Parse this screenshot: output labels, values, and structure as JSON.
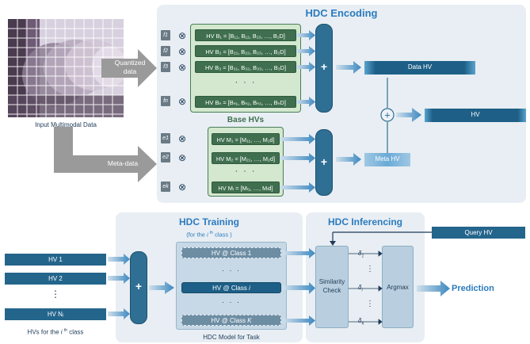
{
  "encoding": {
    "title": "HDC Encoding",
    "input_label": "Input Multimodal Data",
    "quantized_label": "Quantized data",
    "meta_label": "Meta-data",
    "base_hvs_label": "Base HVs",
    "features": [
      "f1",
      "f2",
      "f3",
      "fn"
    ],
    "meta_features": [
      "e1",
      "e2",
      "ek"
    ],
    "base_rows": [
      "HV B₁ = [B₁₁, B₁₂, B₁₃, …, B₁D]",
      "HV B₂ = [B₂₁, B₂₂, B₂₃, …, B₂D]",
      "HV B₃ = [B₃₁, B₃₂, B₃₃, …, B₃D]",
      "HV Bₙ = [Bₙ₁, Bₙ₂, Bₙ₃, …, BₙD]"
    ],
    "meta_rows": [
      "HV M₁ = [M₁₁, …, M₁d]",
      "HV M₂ = [M₂₁, …, M₂d]",
      "HV Mₗ = [Mₗ₁, …, Mₗd]"
    ],
    "dots": "· · ·",
    "plus": "+",
    "data_hv": "Data HV",
    "meta_hv": "Meta HV",
    "hv": "HV"
  },
  "training": {
    "title": "HDC Training",
    "subtitle": "(for the i th class )",
    "hv_inputs": [
      "HV 1",
      "HV 2",
      "HV Nᵢ"
    ],
    "vdots": "⋮",
    "caption": "HVs for the i th class",
    "classes": [
      "HV @ Class 1",
      "HV @ Class i",
      "HV @ Class K"
    ],
    "model_label": "HDC Model for Task",
    "dots": "· · ·",
    "plus": "+"
  },
  "inferencing": {
    "title": "HDC Inferencing",
    "query": "Query HV",
    "similarity": "Similarity Check",
    "argmax": "Argmax",
    "delta": "δ",
    "vdots": "⋮",
    "prediction": "Prediction"
  }
}
